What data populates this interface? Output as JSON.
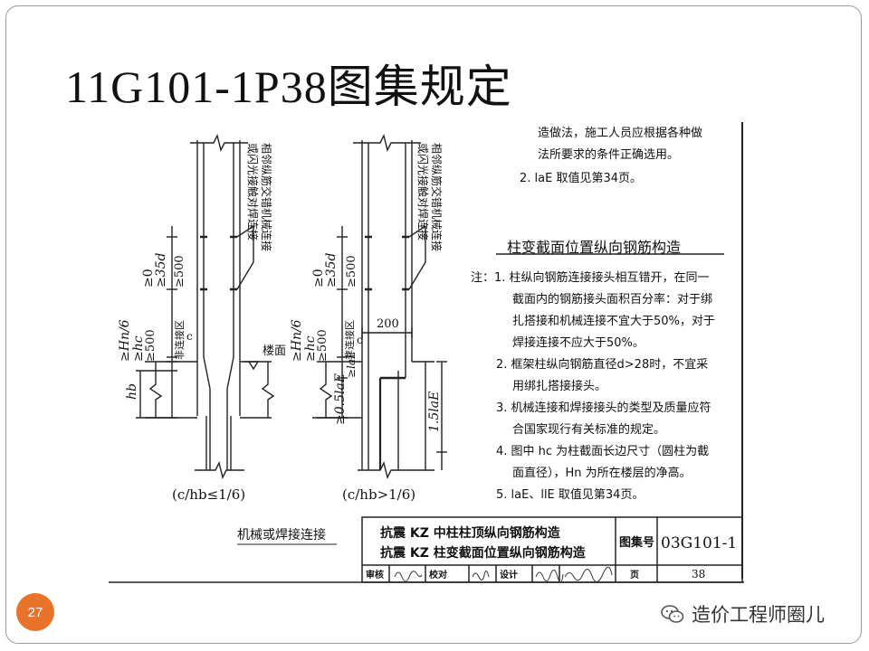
{
  "slide": {
    "title": "11G101-1P38图集规定",
    "page_number": "27",
    "watermark_text": "造价工程师圈儿",
    "watermark_icon": "wechat-icon"
  },
  "drawing": {
    "left_label_lines": [
      "相邻纵筋交错机械连接",
      "或闪光接触对焊连接"
    ],
    "right_label_lines": [
      "相邻纵筋交错机械连接",
      "或闪光接触对焊连接"
    ],
    "dim_35d": "≥35d",
    "dim_500": "≥500",
    "dim_0": "≥0",
    "dim_hn6": "≥Hn/6",
    "dim_hc": "≥hc",
    "non_connection_zone": "非连接区",
    "dim_c": "c",
    "dim_hb": "hb",
    "floor_label": "楼面",
    "dim_200": "200",
    "dim_lae": "≥laE",
    "dim_05lae": "≥0.5laE",
    "dim_15lae": "1.5laE",
    "caption_left": "(c/hb≤1/6)",
    "caption_right": "(c/hb>1/6)",
    "mechanical_label": "机械或焊接连接"
  },
  "notes": {
    "intro_lines": [
      "造做法，施工人员应根据各种做",
      "法所要求的条件正确选用。",
      "2. laE 取值见第34页。"
    ],
    "heading": "柱变截面位置纵向钢筋构造",
    "items": [
      "注：1. 柱纵向钢筋连接接头相互错开，在同一",
      "截面内的钢筋接头面积百分率：对于绑",
      "扎搭接和机械连接不宜大于50%，对于",
      "焊接连接不应大于50%。",
      "2. 框架柱纵向钢筋直径d>28时，不宜采",
      "用绑扎搭接接头。",
      "3. 机械连接和焊接接头的类型及质量应符",
      "合国家现行有关标准的规定。",
      "4. 图中 hc 为柱截面长边尺寸（圆柱为截",
      "面直径），Hn 为所在楼层的净高。",
      "5. laE、llE 取值见第34页。"
    ]
  },
  "title_block": {
    "line1": "抗震 KZ 中柱柱顶纵向钢筋构造",
    "line2": "抗震 KZ 柱变截面位置纵向钢筋构造",
    "atlas_label": "图集号",
    "atlas_number": "03G101-1",
    "review_label": "审核",
    "check_label": "校对",
    "design_label": "设计",
    "page_label": "页",
    "page_value": "38"
  }
}
